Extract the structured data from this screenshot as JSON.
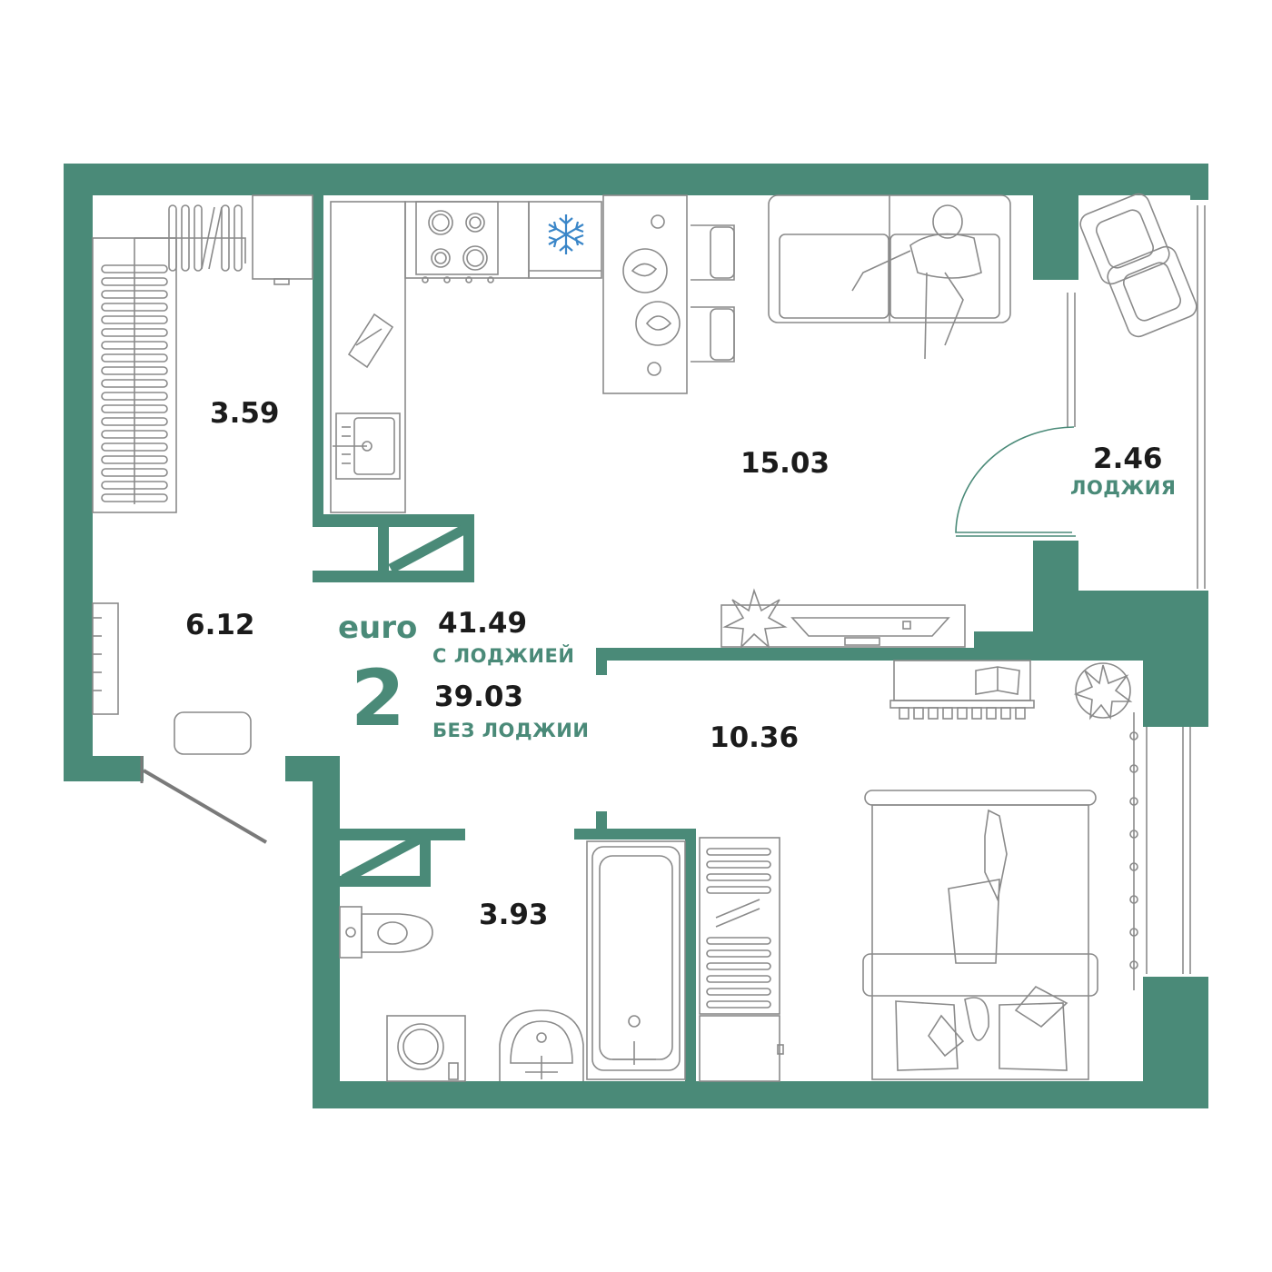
{
  "colors": {
    "wall": "#4a8a78",
    "furniture": "#8a8a8a",
    "text": "#1b1b1b",
    "accent": "#4a8a78",
    "snow": "#3a86c8"
  },
  "summary": {
    "type": "euro",
    "rooms": "2",
    "area_with_loggia": "41.49",
    "with_loggia_label": "С ЛОДЖИЕЙ",
    "area_without_loggia": "39.03",
    "without_loggia_label": "БЕЗ ЛОДЖИИ"
  },
  "rooms": {
    "storage": {
      "area": "3.59"
    },
    "hallway": {
      "area": "6.12"
    },
    "kitchen_living": {
      "area": "15.03"
    },
    "loggia": {
      "area": "2.46",
      "label": "ЛОДЖИЯ"
    },
    "bedroom": {
      "area": "10.36"
    },
    "bathroom": {
      "area": "3.93"
    }
  },
  "icons": [
    "snowflake-icon",
    "stove-icon",
    "sink-icon",
    "sofa-icon",
    "bed-icon",
    "bathtub-icon",
    "toilet-icon",
    "washing-machine-icon",
    "plant-icon",
    "tv-icon",
    "book-icon",
    "person-icon",
    "cutting-board-icon"
  ]
}
